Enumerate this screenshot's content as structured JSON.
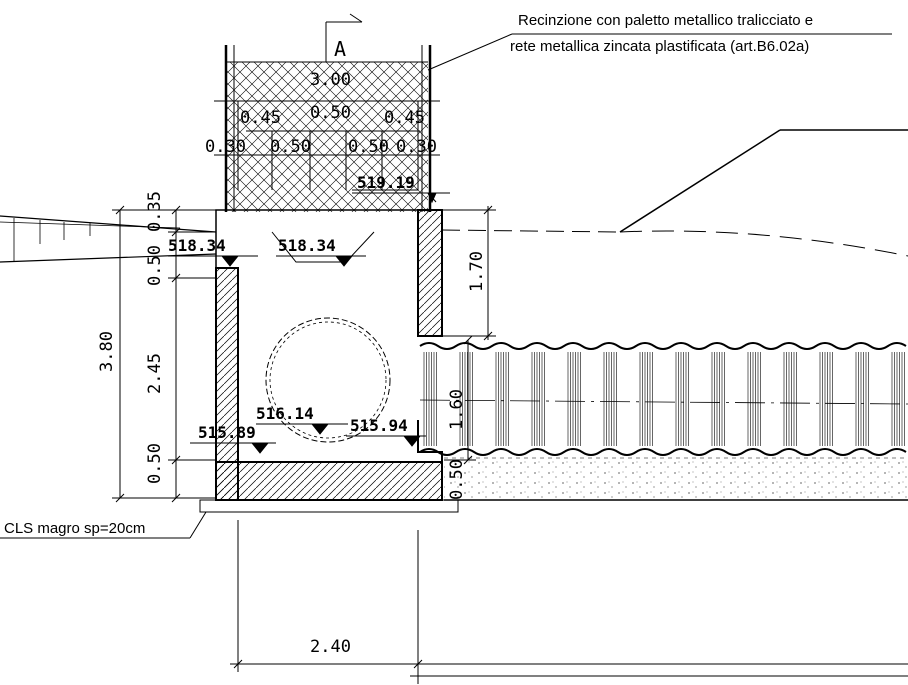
{
  "annotations": {
    "fence_note_line1": "Recinzione con paletto metallico tralicciato e",
    "fence_note_line2": "rete metallica zincata plastificata (art.B6.02a)",
    "cls_note": "CLS magro sp=20cm",
    "section_mark": "A"
  },
  "levels": {
    "top_right": "519.19",
    "left_inlet": "518.34",
    "center_inlet": "518.34",
    "pipe_invert": "516.14",
    "left_bottom": "515.89",
    "right_bottom": "515.94"
  },
  "dimensions": {
    "fence_total": "3.00",
    "fence_left_offset": "0.45",
    "fence_mid": "0.50",
    "fence_right_offset": "0.45",
    "post_left": "0.30",
    "post_mid_left": "0.50",
    "post_mid_right": "0.50",
    "post_right": "0.30",
    "wall_top": "0.35",
    "wall_upper": "0.50",
    "wall_height": "2.45",
    "base_thickness": "0.50",
    "total_height": "3.80",
    "right_wall_height": "1.70",
    "pipe_diameter": "1.60",
    "right_base": "0.50",
    "bottom_width": "2.40"
  },
  "colors": {
    "line": "#000000",
    "hatch": "#000000",
    "background": "#ffffff"
  }
}
